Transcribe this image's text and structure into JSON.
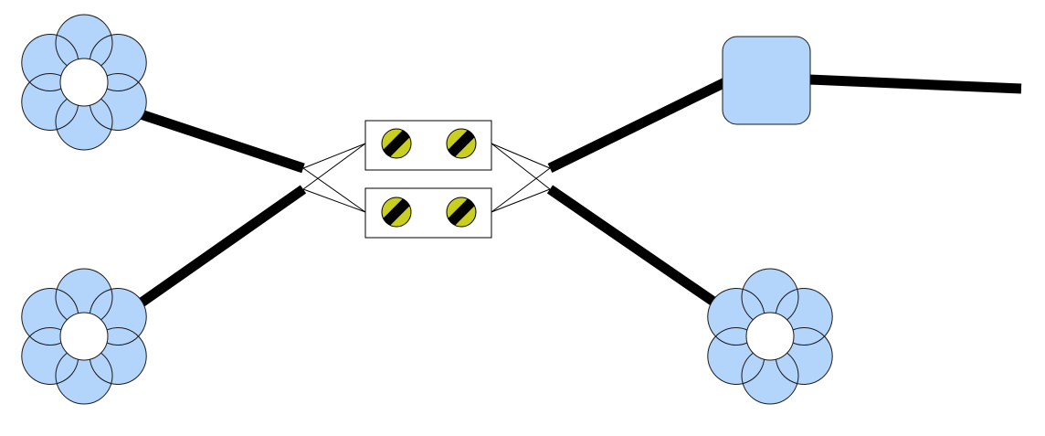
{
  "diagram": {
    "colors": {
      "background": "#ffffff",
      "node_fill": "#b3d4fb",
      "node_stroke": "#1a1a1a",
      "hole_fill": "#ffffff",
      "link": "#000000",
      "thin_link": "#000000",
      "panel_fill": "#ffffff",
      "panel_stroke": "#000000",
      "port_fill": "#c8cf1e"
    },
    "nodes": [
      {
        "id": "flower-top-left",
        "shape": "flower-icon"
      },
      {
        "id": "flower-bottom-left",
        "shape": "flower-icon"
      },
      {
        "id": "flower-bottom-right",
        "shape": "flower-icon"
      },
      {
        "id": "rounded-square-top-right",
        "shape": "rounded-square-icon"
      }
    ],
    "panels": [
      {
        "id": "connector-panel-top",
        "ports": [
          "port-left",
          "port-right"
        ]
      },
      {
        "id": "connector-panel-bottom",
        "ports": [
          "port-left",
          "port-right"
        ]
      }
    ]
  }
}
